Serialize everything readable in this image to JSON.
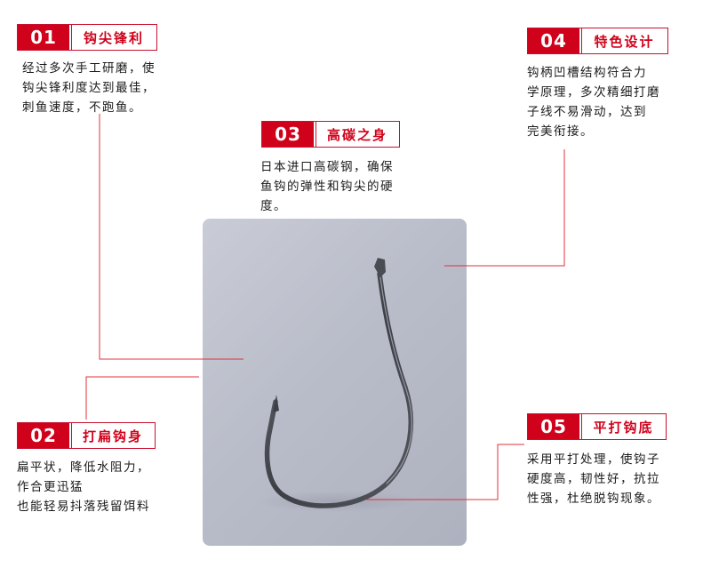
{
  "features": [
    {
      "number": "01",
      "title": "钩尖锋利",
      "description": "经过多次手工研磨，使\n钩尖锋利度达到最佳，\n刺鱼速度，不跑鱼。"
    },
    {
      "number": "02",
      "title": "打扁钩身",
      "description": "扁平状，降低水阻力，\n作合更迅猛\n也能轻易抖落残留饵料"
    },
    {
      "number": "03",
      "title": "高碳之身",
      "description": "日本进口高碳钢，确保\n鱼钩的弹性和钩尖的硬\n度。"
    },
    {
      "number": "04",
      "title": "特色设计",
      "description": "钩柄凹槽结构符合力\n学原理，多次精细打磨\n子线不易滑动，达到\n完美衔接。"
    },
    {
      "number": "05",
      "title": "平打钩底",
      "description": "采用平打处理，使钩子\n硬度高，韧性好，抗拉\n性强，杜绝脱钩现象。"
    }
  ],
  "colors": {
    "accent_red": "#d0021b",
    "leader_line": "#e0303a"
  },
  "image": {
    "subject": "fish-hook"
  }
}
